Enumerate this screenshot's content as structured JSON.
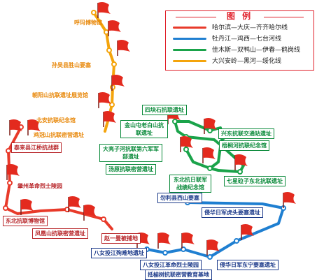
{
  "legend": {
    "title": "图 例",
    "items": [
      {
        "label": "哈尔滨—大庆—齐齐哈尔线",
        "color": "#e83a2a"
      },
      {
        "label": "牡丹江—鸡西—七台河线",
        "color": "#1f7fd1"
      },
      {
        "label": "佳木斯—双鸭山—伊春—鹤岗线",
        "color": "#1aa34a"
      },
      {
        "label": "大兴安岭—黑河—绥化线",
        "color": "#f4a40c"
      }
    ]
  },
  "sites": {
    "hulma": "呼玛博物馆",
    "sunwu": "孙吴县胜山要塞",
    "chaoyangshan": "朝阳山抗联遗址展览馆",
    "beian": "北安抗联纪念馆",
    "jiguanshan": "鸡冠山抗联密营遗址",
    "sishikuaishi": "四块石抗联遗址",
    "jinshantun": "金山屯老白山抗联遗址",
    "xingdong": "兴东抗联交通站遗址",
    "wujiaohe": "梧桐河抗联纪念馆",
    "daliangzihe": "大亮子河抗联第六军军部遗址",
    "tangyuan": "汤原抗联密营遗址",
    "dongbei": "东北抗日联军战绩纪念馆",
    "qixingla": "七星砬子东北抗联遗址",
    "wulixian": "勿利县西山要塞",
    "taibai": "泰来县江桥抗战群",
    "zhaozhou": "肇州革命烈士陵园",
    "museum": "东北抗联博物馆",
    "fenghuangshan": "凤凰山抗联密营遗址",
    "zhaoyiman": "赵一曼被捕地",
    "hutou": "侵华日军虎头要塞遗址",
    "bansuiliao": "八女投江殉难地遗址",
    "bansuilingyuan": "八女投江革命烈士陵园",
    "dongning": "侵华日军东宁要塞遗址",
    "jiashuqi": "抵榆树抗联密营教育基地"
  }
}
